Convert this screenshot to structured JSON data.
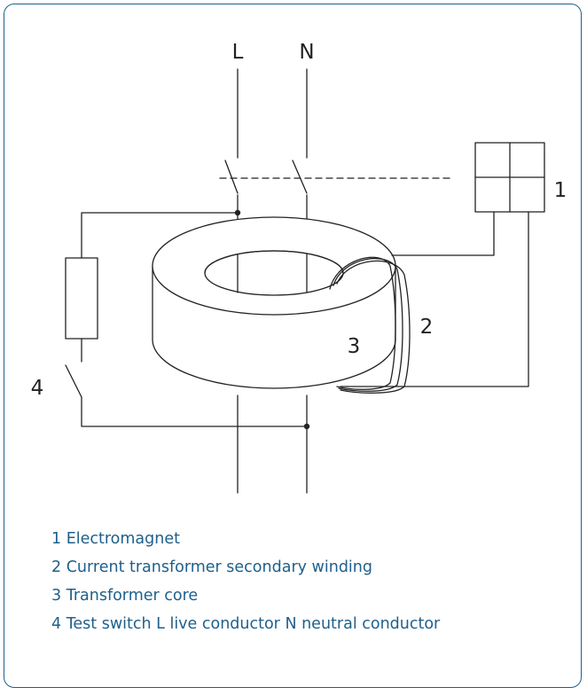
{
  "diagram": {
    "labels": {
      "live": "L",
      "neutral": "N",
      "marker_1": "1",
      "marker_2": "2",
      "marker_3": "3",
      "marker_4": "4"
    }
  },
  "legend": {
    "items": [
      "1 Electromagnet",
      "2 Current transformer secondary winding",
      "3 Transformer core",
      "4 Test switch L live conductor N neutral conductor"
    ]
  },
  "colors": {
    "border": "#1f5f8b",
    "legend_text": "#1f5f8b",
    "line": "#222222"
  }
}
